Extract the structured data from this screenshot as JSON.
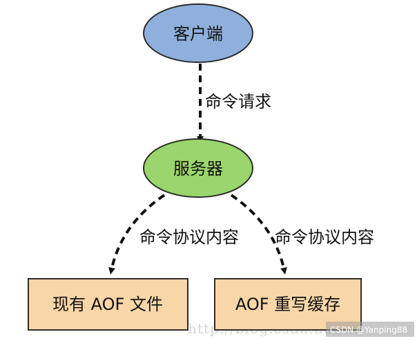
{
  "nodes": {
    "client": {
      "label": "客户端",
      "fill": "#8fb0dd",
      "stroke": "#2b2b2b"
    },
    "server": {
      "label": "服务器",
      "fill": "#9ad66d",
      "stroke": "#2b2b2b"
    },
    "aof_file": {
      "label": "现有 AOF 文件",
      "fill": "#f8d6a8",
      "stroke": "#2b2b2b"
    },
    "aof_buffer": {
      "label": "AOF 重写缓存",
      "fill": "#f8d6a8",
      "stroke": "#2b2b2b"
    }
  },
  "edges": {
    "request": {
      "label": "命令请求"
    },
    "protocol_left": {
      "label": "命令协议内容"
    },
    "protocol_right": {
      "label": "命令协议内容"
    }
  },
  "watermark": {
    "url": "http://blog.csdn.net/...",
    "credit": "CSDN @Yanping88"
  }
}
